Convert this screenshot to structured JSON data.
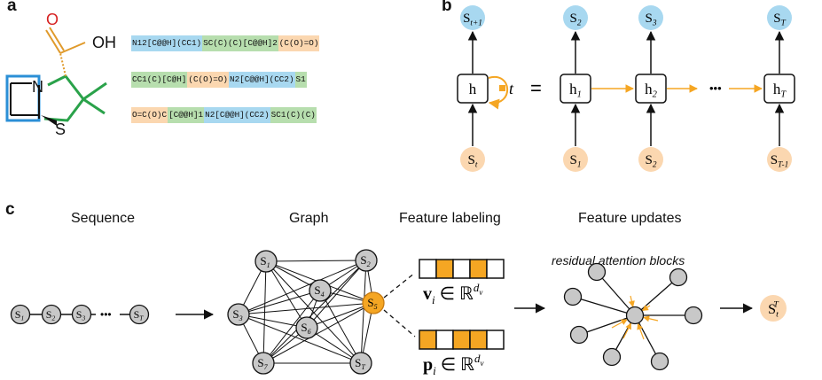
{
  "colors": {
    "blue": "#a8d8f0",
    "orange": "#fbd7b0",
    "green": "#b7deae",
    "accent_orange": "#f5a623",
    "node_gray": "#c8c8c8",
    "molecule_blue": "#2b8fd6",
    "molecule_green": "#2aa24a",
    "molecule_red": "#d62020",
    "molecule_orange": "#e09a2b"
  },
  "panel_a": {
    "label": "a",
    "molecule": {
      "atom_O": "O",
      "atom_OH": "OH",
      "atom_N": "N",
      "atom_S": "S"
    },
    "smiles_rows": [
      [
        {
          "text": "N12[C@@H](CC1)",
          "color": "blue"
        },
        {
          "text": "SC(C)(C)[C@@H]2",
          "color": "green"
        },
        {
          "text": "(C(O)=O)",
          "color": "orange"
        }
      ],
      [
        {
          "text": "CC1(C)[C@H]",
          "color": "green"
        },
        {
          "text": "(C(O)=O)",
          "color": "orange"
        },
        {
          "text": "N2[C@@H](CC2)",
          "color": "blue"
        },
        {
          "text": "S1",
          "color": "green"
        }
      ],
      [
        {
          "text": "O=C(O)C",
          "color": "orange"
        },
        {
          "text": "[C@@H]1",
          "color": "green"
        },
        {
          "text": "N2[C@@H](CC2)",
          "color": "blue"
        },
        {
          "text": "SC1(C)(C)",
          "color": "green"
        }
      ]
    ]
  },
  "panel_b": {
    "label": "b",
    "equals": "=",
    "ellipsis": "•••",
    "time_var": "t",
    "hidden_symbol": "h",
    "hidden_sub": [
      "",
      "1",
      "2",
      "T"
    ],
    "out_main": "S",
    "out_sub": [
      "t+1",
      "2",
      "3",
      "T"
    ],
    "in_main": "S",
    "in_sub": [
      "t",
      "1",
      "2",
      "T-1"
    ]
  },
  "panel_c": {
    "label": "c",
    "titles": {
      "sequence": "Sequence",
      "graph": "Graph",
      "feature_labeling": "Feature labeling",
      "feature_updates": "Feature updates"
    },
    "residual_note": "residual attention blocks",
    "sequence_node_subs": [
      "1",
      "2",
      "3",
      "T"
    ],
    "sequence_ellipsis": "•••",
    "graph_node_subs": [
      "1",
      "2",
      "3",
      "4",
      "5",
      "6",
      "7",
      "T"
    ],
    "highlighted_graph_node": "5",
    "v_vector_fill": [
      0,
      1,
      0,
      1,
      0
    ],
    "p_vector_fill": [
      1,
      0,
      1,
      1,
      0
    ],
    "v_formula": {
      "vec": "v",
      "sub": "i",
      "member": "∈",
      "space": "ℝ",
      "exp_base": "d",
      "exp_sub": "v"
    },
    "p_formula": {
      "vec": "p",
      "sub": "i",
      "member": "∈",
      "space": "ℝ",
      "exp_base": "d",
      "exp_sub": "v"
    },
    "output_node": {
      "main": "S",
      "sub": "t",
      "sup": "T"
    }
  }
}
